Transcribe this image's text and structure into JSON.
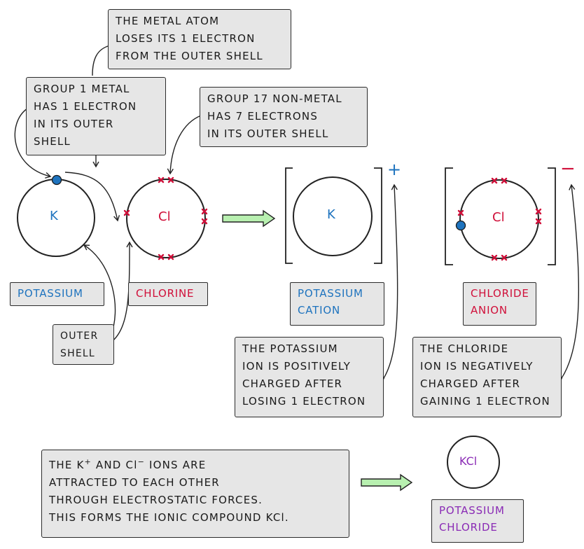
{
  "callouts": {
    "metal_loses": "THE METAL ATOM\nLOSES ITS 1 ELECTRON\nFROM THE OUTER SHELL",
    "group1": "GROUP 1 METAL\nHAS 1 ELECTRON\nIN ITS OUTER\nSHELL",
    "group17": "GROUP 17 NON-METAL\nHAS 7 ELECTRONS\nIN ITS OUTER SHELL",
    "outer_shell": "OUTER\nSHELL",
    "potassium_ion": "THE POTASSIUM\nION IS POSITIVELY\nCHARGED AFTER\nLOSING 1 ELECTRON",
    "chloride_ion": "THE CHLORIDE\nION IS NEGATIVELY\nCHARGED AFTER\nGAINING 1 ELECTRON",
    "summary_line1_a": "THE K",
    "summary_line1_sup1": "+",
    "summary_line1_b": " AND Cl",
    "summary_line1_sup2": "−",
    "summary_line1_c": " IONS ARE",
    "summary_rest": "ATTRACTED TO EACH OTHER\nTHROUGH ELECTROSTATIC FORCES.\nTHIS FORMS THE IONIC COMPOUND KCl."
  },
  "atoms": {
    "k_symbol": "K",
    "cl_symbol": "Cl",
    "k_ion_symbol": "K",
    "cl_ion_symbol": "Cl",
    "kcl_symbol": "KCl",
    "cation_charge": "+",
    "anion_charge": "−"
  },
  "labels": {
    "potassium": "POTASSIUM",
    "chlorine": "CHLORINE",
    "potassium_cation": "POTASSIUM\nCATION",
    "chloride_anion": "CHLORIDE\nANION",
    "potassium_chloride": "POTASSIUM\nCHLORIDE"
  },
  "colors": {
    "potassium": "#1e73be",
    "chlorine": "#d0103a",
    "compound": "#8a2bb5",
    "arrow": "#b8f0b0"
  }
}
